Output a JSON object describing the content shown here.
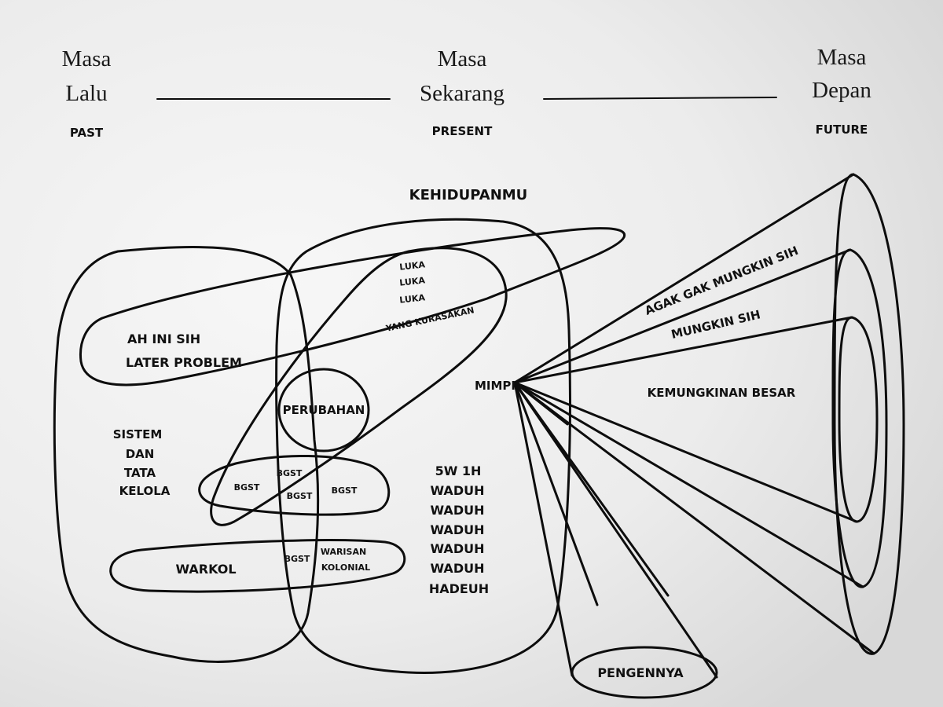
{
  "timeline": {
    "past": {
      "line1": "Masa",
      "line2": "Lalu",
      "label": "PAST"
    },
    "present": {
      "line1": "Masa",
      "line2": "Sekarang",
      "label": "PRESENT"
    },
    "future": {
      "line1": "Masa",
      "line2": "Depan",
      "label": "FUTURE"
    }
  },
  "drawing": {
    "title": "KEHIDUPANMU",
    "ah_ini_sih": "AH INI SIH",
    "later_problem": "LATER PROBLEM",
    "luka": [
      "LUKA",
      "LUKA",
      "LUKA",
      "YANG KURASAKAN"
    ],
    "perubahan": "PERUBAHAN",
    "sistem": [
      "SISTEM",
      "DAN",
      "TATA",
      "KELOLA"
    ],
    "bgst": [
      "BGST",
      "BGST",
      "BGST",
      "BGST",
      "BGST"
    ],
    "warkol": "WARKOL",
    "warisan": "WARISAN",
    "kolonial": "KOLONIAL",
    "fivew": [
      "5W 1H",
      "WADUH",
      "WADUH",
      "WADUH",
      "WADUH",
      "WADUH",
      "HADEUH"
    ],
    "mimpi": "MIMPI",
    "agak_gak_mungkin_sih": "AGAK GAK MUNGKIN SIH",
    "mungkin_sih": "MUNGKIN SIH",
    "kemungkinan_besar": "KEMUNGKINAN BESAR",
    "pengennya": "PENGENNYA"
  },
  "colors": {
    "ink": "#0d0d0d",
    "board": "#e9e9e9"
  }
}
